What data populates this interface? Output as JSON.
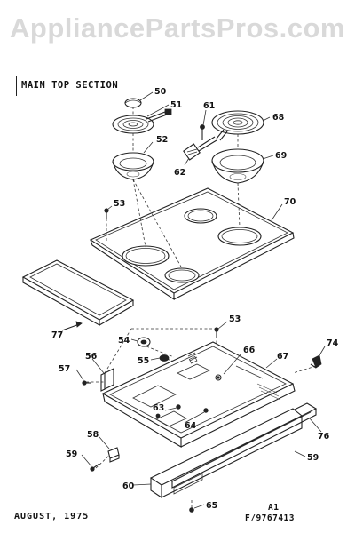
{
  "watermark": "AppliancePartsPros.com",
  "section_title": "MAIN TOP SECTION",
  "footer": {
    "date": "AUGUST, 1975",
    "code_a": "A1",
    "code_b": "F/9767413"
  },
  "callouts": {
    "p50": "50",
    "p51": "51",
    "p52": "52",
    "p53a": "53",
    "p61": "61",
    "p62": "62",
    "p68": "68",
    "p69": "69",
    "p70": "70",
    "p77": "77",
    "p53b": "53",
    "p54": "54",
    "p55": "55",
    "p56": "56",
    "p57": "57",
    "p66": "66",
    "p67": "67",
    "p74": "74",
    "p63": "63",
    "p64": "64",
    "p76": "76",
    "p58": "58",
    "p59a": "59",
    "p59b": "59",
    "p60": "60",
    "p65": "65"
  }
}
